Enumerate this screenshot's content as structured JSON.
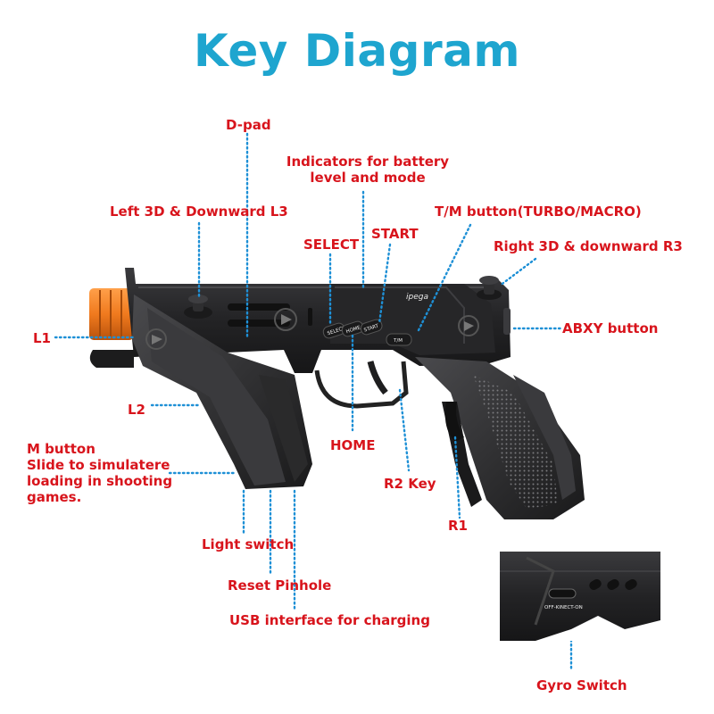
{
  "title": "Key Diagram",
  "labels": {
    "dpad": "D-pad",
    "indicators_line1": "Indicators for battery",
    "indicators_line2": "level and mode",
    "left3d": "Left 3D & Downward L3",
    "tm": "T/M button(TURBO/MACRO)",
    "select": "SELECT",
    "start": "START",
    "right3d": "Right 3D & downward R3",
    "l1": "L1",
    "abxy": "ABXY button",
    "l2": "L2",
    "m_line1": "M button",
    "m_line2": "Slide to simulatere",
    "m_line3": "loading in shooting",
    "m_line4": "games.",
    "home": "HOME",
    "r2": "R2 Key",
    "r1": "R1",
    "light": "Light switch",
    "reset": "Reset Pinhole",
    "usb": "USB interface for charging",
    "gyro": "Gyro Switch"
  },
  "device_text": {
    "brand": "ipega",
    "btn_select": "SELECT",
    "btn_home": "HOME",
    "btn_start": "START",
    "btn_tm": "T/M",
    "switch": "OFF-KINECT-ON"
  },
  "colors": {
    "title": "#1ea5cf",
    "label": "#d8141c",
    "leader": "#1e90d6",
    "barrel": "#f07a1e",
    "body": "#2a2a2c"
  }
}
